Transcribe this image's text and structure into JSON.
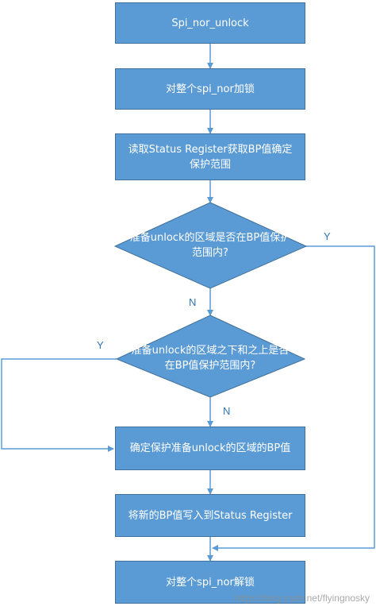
{
  "colors": {
    "node_fill": "#5b9bd5",
    "node_stroke": "#41719c",
    "line": "#5b9bd5",
    "label": "#2e75b6",
    "watermark": "#8c8c8c"
  },
  "nodes": {
    "start": "Spi_nor_unlock",
    "lock_all": "对整个spi_nor加锁",
    "read_status_line1": "读取Status Register获取BP值确定",
    "read_status_line2": "保护范围",
    "decision1_line1": "准备unlock的区域是否在BP值保护",
    "decision1_line2": "范围内?",
    "decision2_line1": "准备unlock的区域之下和之上是否",
    "decision2_line2": "在BP值保护范围内?",
    "determine_bp": "确定保护准备unlock的区域的BP值",
    "write_bp": "将新的BP值写入到Status Register",
    "unlock_all": "对整个spi_nor解锁"
  },
  "edges": {
    "decision1_yes": "Y",
    "decision1_no": "N",
    "decision2_yes": "Y",
    "decision2_no": "N"
  },
  "watermark": "https://blog.csdn.net/flyingnosky"
}
